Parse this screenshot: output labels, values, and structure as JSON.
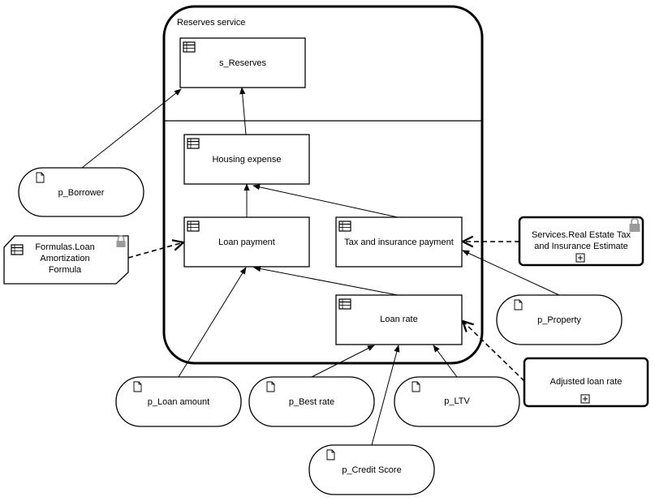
{
  "service": {
    "title": "Reserves service"
  },
  "decisions": {
    "s_reserves": "s_Reserves",
    "housing_expense": "Housing expense",
    "loan_payment": "Loan payment",
    "tax_insurance": "Tax and insurance payment",
    "loan_rate": "Loan rate"
  },
  "inputs": {
    "borrower": "p_Borrower",
    "property": "p_Property",
    "loan_amount": "p_Loan amount",
    "best_rate": "p_Best rate",
    "ltv": "p_LTV",
    "credit_score": "p_Credit Score"
  },
  "knowledge": {
    "formulas_line1": "Formulas.Loan",
    "formulas_line2": "Amortization",
    "formulas_line3": "Formula",
    "services_line1": "Services.Real Estate Tax",
    "services_line2": "and Insurance Estimate",
    "adjusted": "Adjusted loan rate"
  },
  "colors": {
    "stroke": "#000000",
    "lock": "#9a9a9a",
    "background": "#ffffff"
  }
}
